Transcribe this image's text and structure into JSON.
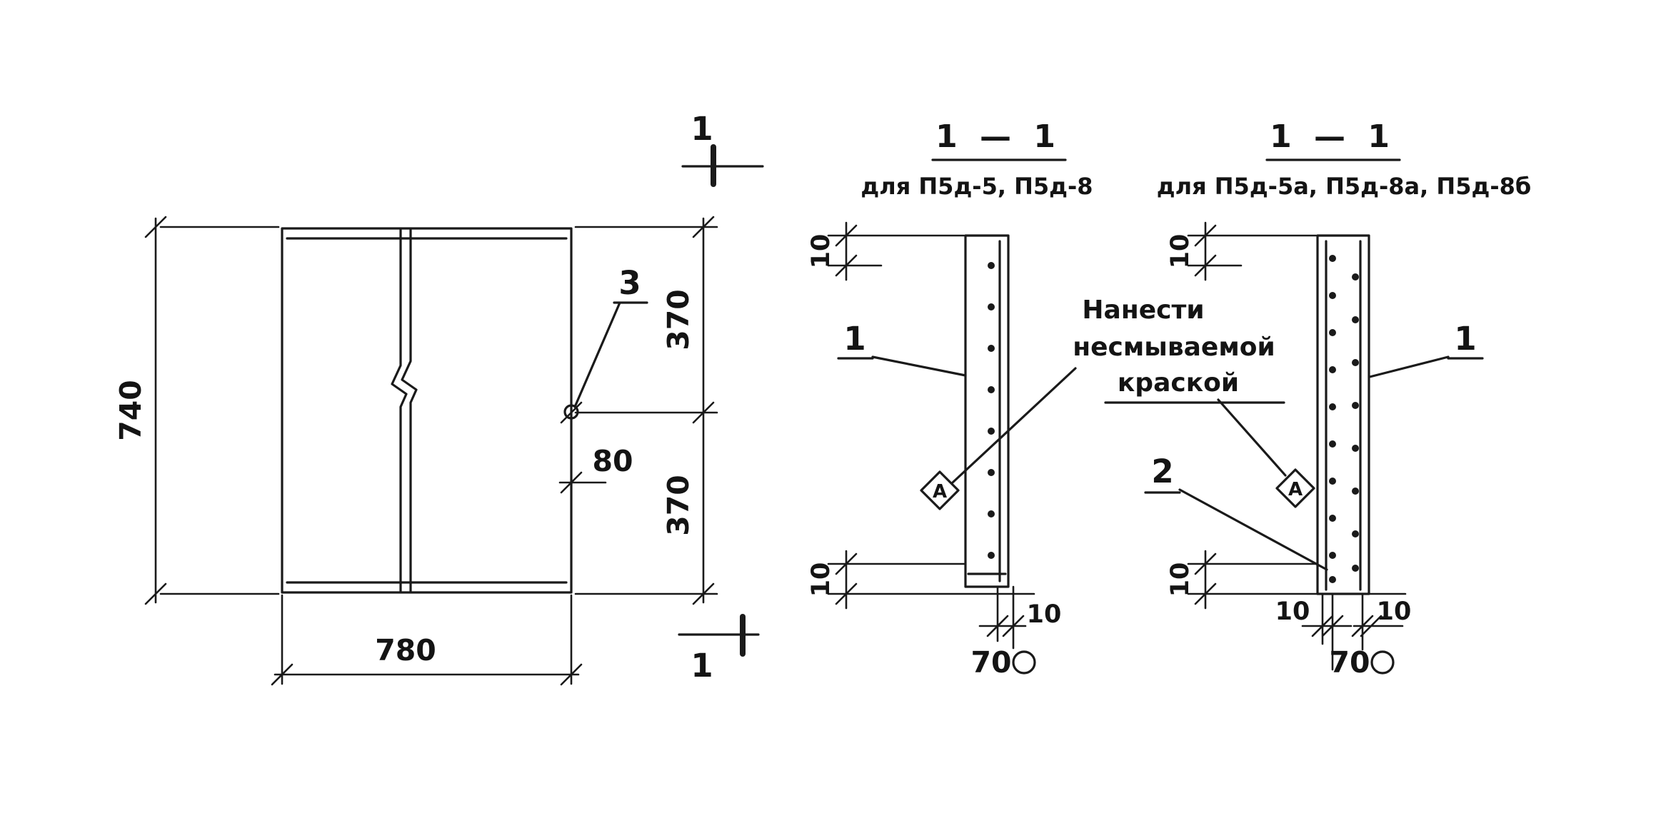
{
  "plan": {
    "mark_top": "1",
    "mark_bottom": "1",
    "dim_height": "740",
    "dim_width": "780",
    "dim_right_top": "370",
    "dim_right_bottom": "370",
    "dim_step": "80",
    "callout_3": "3"
  },
  "note": {
    "line1": "Нанести",
    "line2": "несмываемой",
    "line3": "краской"
  },
  "left": {
    "title": "1 — 1",
    "subtitle": "для П5д-5, П5д-8",
    "callout_1": "1",
    "dim_top": "10",
    "dim_bottom": "10",
    "dim_width": "10",
    "dim_dia": "70",
    "marker": "А"
  },
  "right": {
    "title": "1 — 1",
    "subtitle": "для П5д-5а, П5д-8а, П5д-8б",
    "callout_1": "1",
    "callout_2": "2",
    "dim_top": "10",
    "dim_bottom": "10",
    "dim_width_l": "10",
    "dim_width_r": "10",
    "dim_dia": "70",
    "marker": "А"
  }
}
